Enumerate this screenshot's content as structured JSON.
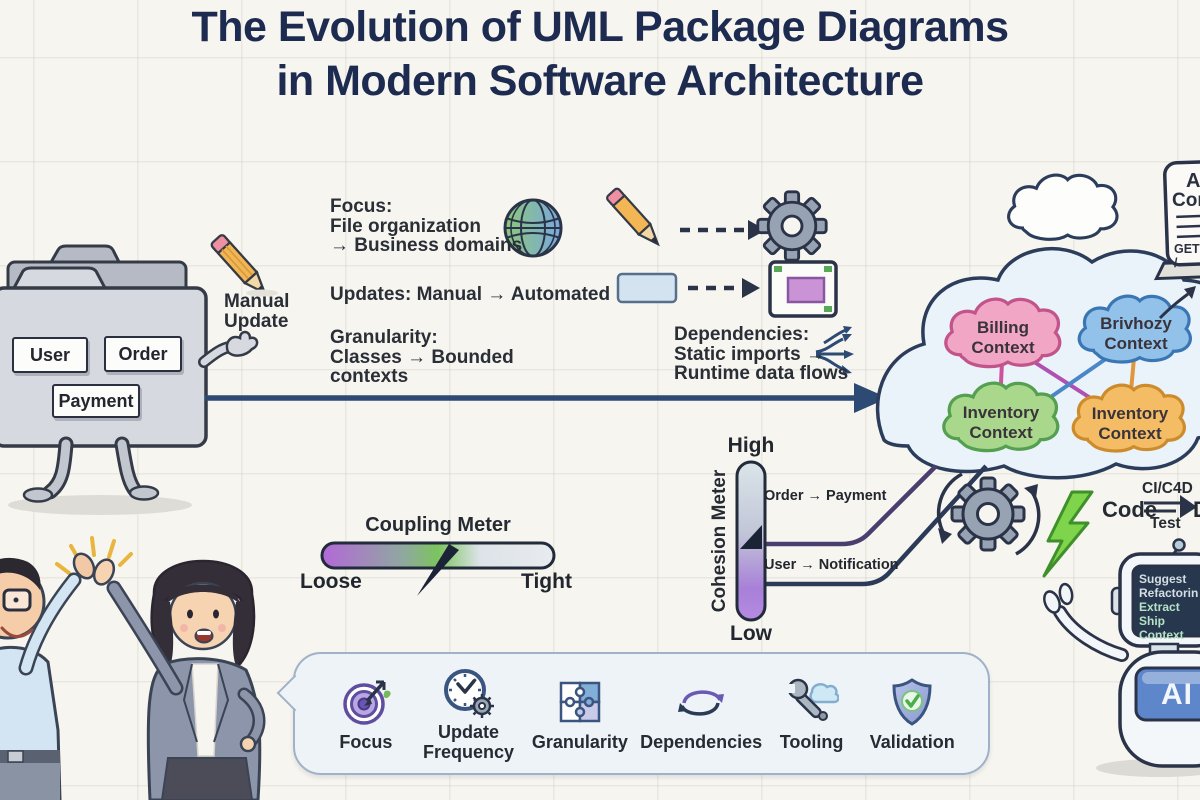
{
  "title": {
    "line1": "The Evolution of UML Package Diagrams",
    "line2": "in Modern Software Architecture"
  },
  "folder": {
    "packages": [
      "User",
      "Order",
      "Payment"
    ],
    "annotation": "Manual Update"
  },
  "notes": {
    "focus_label": "Focus:",
    "focus_from": "File organization",
    "focus_to": "→ Business domains",
    "updates": "Updates: Manual → Automated",
    "granularity_label": "Granularity:",
    "granularity_line1": "Classes → Bounded",
    "granularity_line2": "contexts",
    "dependencies_label": "Dependencies:",
    "dependencies_line1": "Static imports →",
    "dependencies_line2": "Runtime data flows"
  },
  "cloud": {
    "contexts": [
      {
        "line1": "Billing",
        "line2": "Context",
        "color": "#f0a6c4"
      },
      {
        "line1": "Brivhozy",
        "line2": "Context",
        "color": "#92c2ea"
      },
      {
        "line1": "Inventory",
        "line2": "Context",
        "color": "#a9d88c"
      },
      {
        "line1": "Inventory",
        "line2": "Context",
        "color": "#f4bc64"
      }
    ]
  },
  "coupling_meter": {
    "title": "Coupling Meter",
    "min_label": "Loose",
    "max_label": "Tight"
  },
  "cohesion_meter": {
    "title": "Cohesion Meter",
    "max_label": "High",
    "min_label": "Low",
    "links": [
      {
        "label": "Order → Payment"
      },
      {
        "label": "User → Notification"
      }
    ]
  },
  "legend": {
    "items": [
      {
        "label": "Focus",
        "icon": "target-icon"
      },
      {
        "label": "Update Frequency",
        "icon": "clock-gear-icon"
      },
      {
        "label": "Granularity",
        "icon": "puzzle-icon"
      },
      {
        "label": "Dependencies",
        "icon": "cycle-arrows-icon"
      },
      {
        "label": "Tooling",
        "icon": "wrench-cloud-icon"
      },
      {
        "label": "Validation",
        "icon": "shield-check-icon"
      }
    ]
  },
  "pipeline": {
    "code": "Code",
    "top": "CI/C4D",
    "bottom": "Test",
    "next": "D"
  },
  "api_doc": {
    "line1": "A",
    "line2": "Cor",
    "method": "GET /"
  },
  "robot": {
    "screen": [
      "Suggest",
      "Refactorin",
      "Extract Ship",
      "Context"
    ],
    "badge": "AI"
  },
  "colors": {
    "background": "#f7f5f0",
    "title": "#1d2b50",
    "ink": "#2a2e36",
    "arrow": "#2c4a74",
    "cloud_fill": "#eaf2fa",
    "billing_pink": "#f0a6c4",
    "context_blue": "#92c2ea",
    "context_green": "#a9d88c",
    "context_orange": "#f4bc64",
    "coupling_purple": "#b468d8",
    "coupling_green": "#7cc45e",
    "cohesion_purple": "#a880d8",
    "lightning_green": "#7ed44a",
    "ai_badge_blue": "#5e86ca"
  }
}
